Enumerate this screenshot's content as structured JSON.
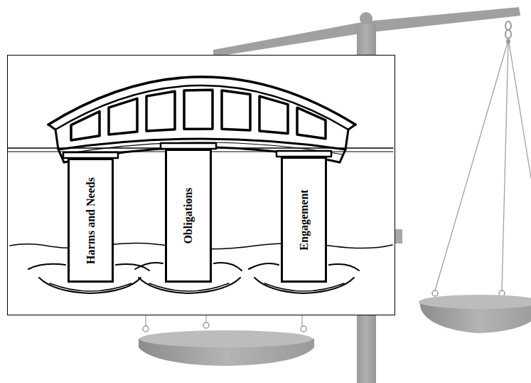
{
  "diagram": {
    "nodes": [
      {
        "text": [
          "Harms and Needs"
        ]
      },
      {
        "text": [
          "Obligations"
        ]
      },
      {
        "text": [
          "Engagement"
        ]
      }
    ]
  }
}
